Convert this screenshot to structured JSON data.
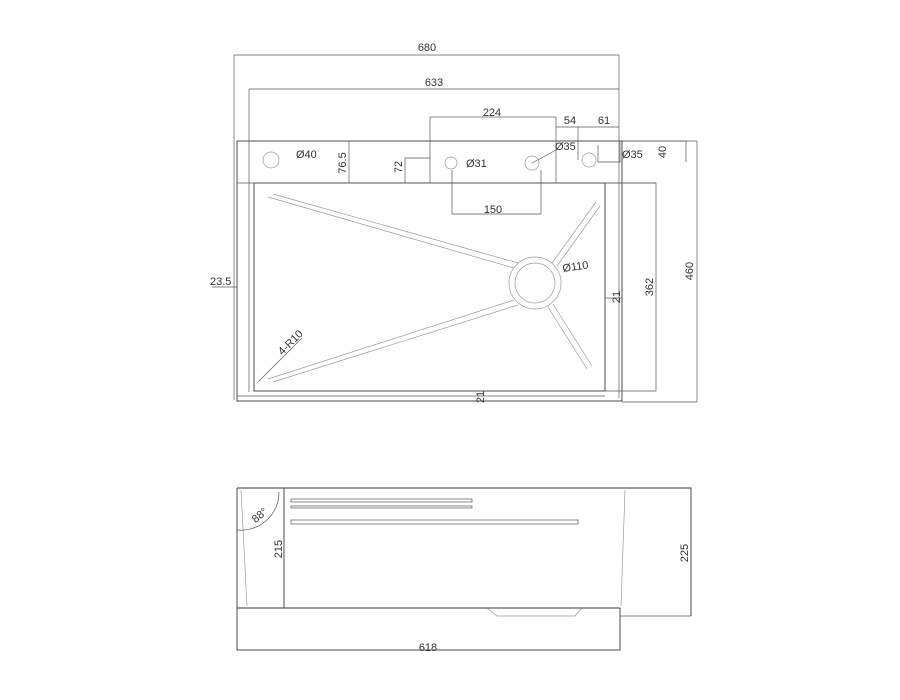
{
  "drawing": {
    "top_view": {
      "overall_width": "680",
      "bowl_width": "633",
      "tap_deck_width": "224",
      "right_offset_54": "54",
      "right_offset_61": "61",
      "hole_left": "Ø40",
      "hole_middle": "Ø31",
      "hole_right_inner": "Ø35",
      "hole_right_outer": "Ø35",
      "deck_height": "76.5",
      "deck_height_inner": "72",
      "hole_spacing": "150",
      "right_height_40": "40",
      "drain": "Ø110",
      "left_margin": "23.5",
      "right_margin": "21",
      "bottom_margin": "21",
      "bowl_depth": "362",
      "overall_depth": "460",
      "corner_radius": "4-R10"
    },
    "side_view": {
      "angle": "88°",
      "inner_height": "215",
      "outer_height": "225",
      "bottom_length": "618"
    }
  }
}
